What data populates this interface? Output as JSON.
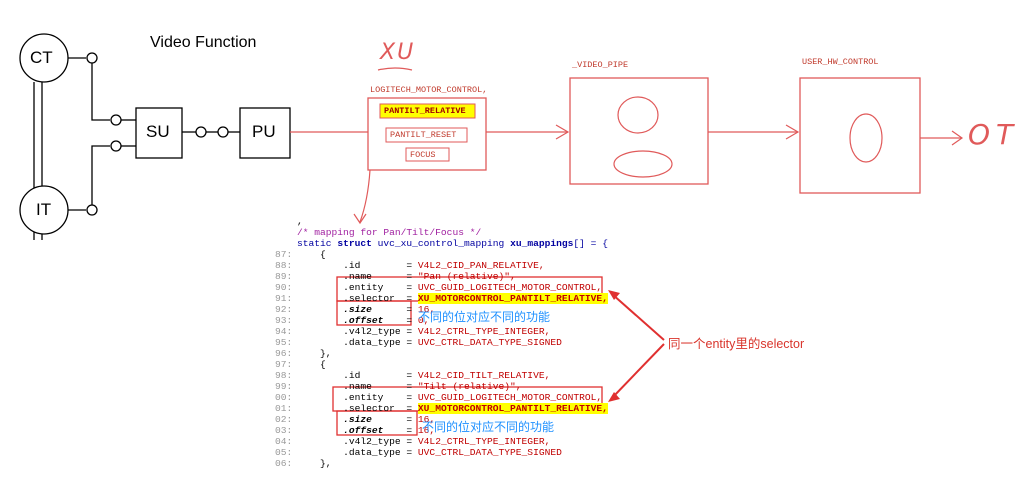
{
  "title": "Video Function",
  "nodes": {
    "ct": "CT",
    "it": "IT",
    "su": "SU",
    "pu": "PU"
  },
  "xu_handwritten": "XU",
  "xu_block": {
    "label": "LOGITECH_MOTOR_CONTROL,",
    "items": [
      "PANTILT_RELATIVE",
      "PANTILT_RESET",
      "FOCUS"
    ]
  },
  "video_pipe_label": "_VIDEO_PIPE",
  "user_hw_control_label": "USER_HW_CONTROL",
  "ot_handwritten": "OT",
  "code": {
    "lead_mark": ",",
    "comment": "/* mapping for Pan/Tilt/Focus */",
    "decl_keyword_static": "static",
    "decl_keyword_struct": "struct",
    "decl_type": "uvc_xu_control_mapping",
    "decl_name": "xu_mappings",
    "decl_tail": "[] = {",
    "lines": [
      {
        "n": "87:",
        "t": "    {"
      },
      {
        "n": "88:",
        "k": ".id",
        "v": "V4L2_CID_PAN_RELATIVE,"
      },
      {
        "n": "89:",
        "k": ".name",
        "v": "\"Pan (relative)\","
      },
      {
        "n": "90:",
        "k": ".entity",
        "v": "UVC_GUID_LOGITECH_MOTOR_CONTROL,"
      },
      {
        "n": "91:",
        "k": ".selector",
        "v": "XU_MOTORCONTROL_PANTILT_RELATIVE,"
      },
      {
        "n": "92:",
        "k": ".size",
        "v": "16,"
      },
      {
        "n": "93:",
        "k": ".offset",
        "v": "0,"
      },
      {
        "n": "94:",
        "k": ".v4l2_type",
        "v": "V4L2_CTRL_TYPE_INTEGER,"
      },
      {
        "n": "95:",
        "k": ".data_type",
        "v": "UVC_CTRL_DATA_TYPE_SIGNED"
      },
      {
        "n": "96:",
        "t": "    },"
      },
      {
        "n": "97:",
        "t": "    {"
      },
      {
        "n": "98:",
        "k": ".id",
        "v": "V4L2_CID_TILT_RELATIVE,"
      },
      {
        "n": "99:",
        "k": ".name",
        "v": "\"Tilt (relative)\","
      },
      {
        "n": "00:",
        "k": ".entity",
        "v": "UVC_GUID_LOGITECH_MOTOR_CONTROL,"
      },
      {
        "n": "01:",
        "k": ".selector",
        "v": "XU_MOTORCONTROL_PANTILT_RELATIVE,"
      },
      {
        "n": "02:",
        "k": ".size",
        "v": "16,"
      },
      {
        "n": "03:",
        "k": ".offset",
        "v": "16,"
      },
      {
        "n": "04:",
        "k": ".v4l2_type",
        "v": "V4L2_CTRL_TYPE_INTEGER,"
      },
      {
        "n": "05:",
        "k": ".data_type",
        "v": "UVC_CTRL_DATA_TYPE_SIGNED"
      },
      {
        "n": "06:",
        "t": "    },"
      }
    ]
  },
  "annotations": {
    "bits_note_1": "不同的位对应不同的功能",
    "bits_note_2": "不同的位对应不同的功能",
    "selector_note": "同一个entity里的selector"
  },
  "colors": {
    "diagram_red": "#e05a5a",
    "highlight_yellow": "#ffff00",
    "annotation_blue": "#1e90ff",
    "annotation_red": "#d9342b"
  }
}
